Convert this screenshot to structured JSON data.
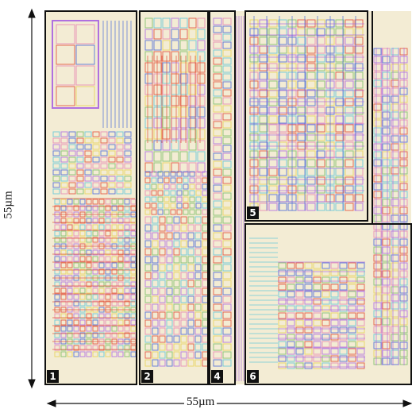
{
  "dimensions": {
    "width_label": "55µm",
    "height_label": "55µm"
  },
  "blocks": [
    {
      "id": "1"
    },
    {
      "id": "2"
    },
    {
      "id": "4"
    },
    {
      "id": "5"
    },
    {
      "id": "6"
    }
  ],
  "colors": {
    "outline": "#111111",
    "metal_red": "#e2543c",
    "metal_blue": "#4f6fd8",
    "metal_purple": "#b070e0",
    "metal_pink": "#e88ab4",
    "metal_cyan": "#64c8d8",
    "metal_green": "#7fc06a",
    "metal_yellow": "#e8d25a",
    "substrate": "#efe6c8"
  }
}
